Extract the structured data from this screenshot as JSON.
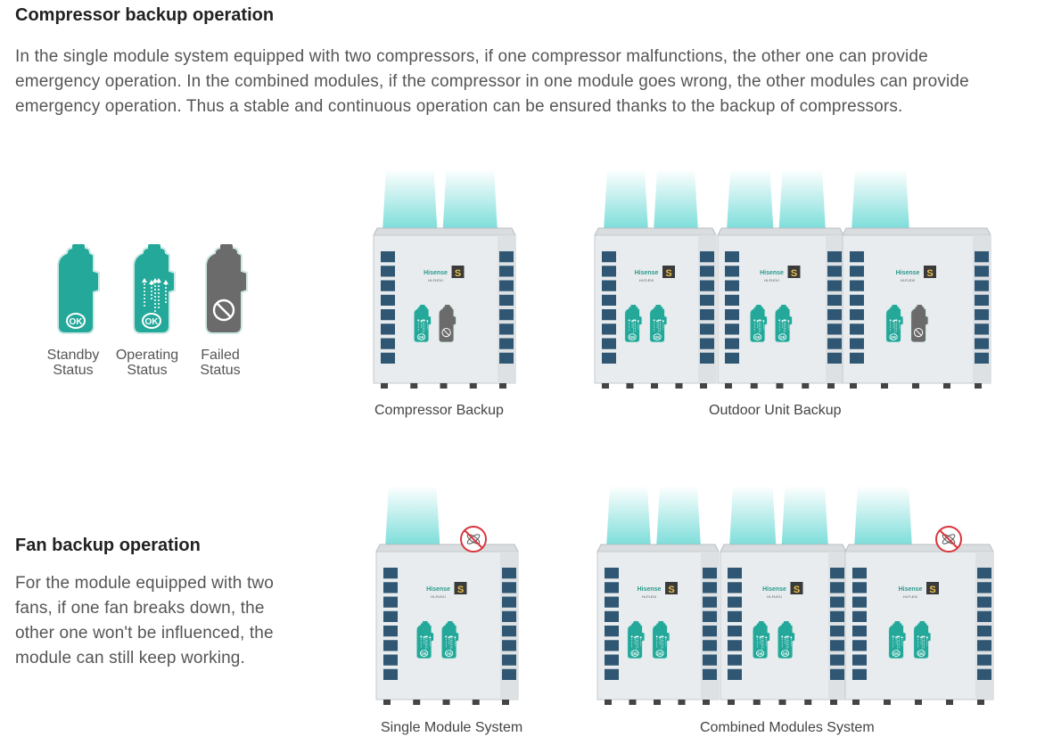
{
  "compressor_section": {
    "title": "Compressor backup operation",
    "lines": [
      "In the single module system equipped with two compressors, if one compressor malfunctions, the other one can provide",
      "emergency operation. In the combined modules, if the compressor in one module goes wrong, the other modules can provide",
      "emergency operation. Thus a stable and continuous operation can be ensured thanks to the backup of compressors."
    ]
  },
  "legend": [
    {
      "line1": "Standby",
      "line2": "Status",
      "badge": "OK",
      "color": "#23a89a"
    },
    {
      "line1": "Operating",
      "line2": "Status",
      "badge": "OK",
      "color": "#23a89a"
    },
    {
      "line1": "Failed",
      "line2": "Status",
      "badge": "",
      "color": "#6b6b6b"
    }
  ],
  "captions": {
    "compressor_backup": "Compressor Backup",
    "outdoor_unit_backup": "Outdoor Unit Backup",
    "single_module": "Single Module System",
    "combined_modules": "Combined Modules System"
  },
  "fan_section": {
    "title": "Fan backup operation",
    "lines": [
      "For the module equipped with two",
      "fans, if one fan breaks down, the",
      "other one won't be influenced, the",
      "module can still keep working."
    ]
  },
  "unit_badge": {
    "brand": "Hisense",
    "model": "HI-FLEXI",
    "mark": "S",
    "compressor_badge": "OK"
  },
  "colors": {
    "teal": "#23a89a",
    "failed_grey": "#6b6b6b",
    "airflow": "#6fdad6",
    "unit_body": "#e9ecee",
    "grille": "#2f5672",
    "fan_off_red": "#d9363e"
  }
}
